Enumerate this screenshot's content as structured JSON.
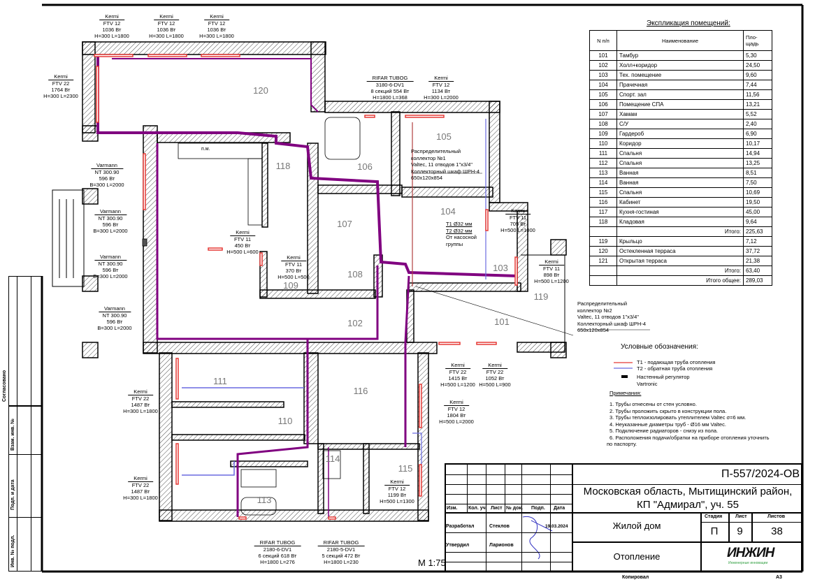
{
  "explication": {
    "title": "Экспликация помещений:",
    "headers": {
      "num": "N п/п",
      "name": "Наименование",
      "area": "Пло-щадь"
    },
    "rows": [
      {
        "num": "101",
        "name": "Тамбур",
        "area": "5,30"
      },
      {
        "num": "102",
        "name": "Холл+коридор",
        "area": "24,50"
      },
      {
        "num": "103",
        "name": "Тех. помещение",
        "area": "9,60"
      },
      {
        "num": "104",
        "name": "Прачечная",
        "area": "7,44"
      },
      {
        "num": "105",
        "name": "Спорт. зал",
        "area": "11,56"
      },
      {
        "num": "106",
        "name": "Помещение СПА",
        "area": "13,21"
      },
      {
        "num": "107",
        "name": "Хамам",
        "area": "5,52"
      },
      {
        "num": "108",
        "name": "С/У",
        "area": "2,40"
      },
      {
        "num": "109",
        "name": "Гардероб",
        "area": "6,90"
      },
      {
        "num": "110",
        "name": "Коридор",
        "area": "10,17"
      },
      {
        "num": "111",
        "name": "Спальня",
        "area": "14,94"
      },
      {
        "num": "112",
        "name": "Спальня",
        "area": "13,25"
      },
      {
        "num": "113",
        "name": "Ванная",
        "area": "8,51"
      },
      {
        "num": "114",
        "name": "Ванная",
        "area": "7,50"
      },
      {
        "num": "115",
        "name": "Спальня",
        "area": "10,69"
      },
      {
        "num": "116",
        "name": "Кабинет",
        "area": "19,50"
      },
      {
        "num": "117",
        "name": "Кухня-гостиная",
        "area": "45,00"
      },
      {
        "num": "118",
        "name": "Кладовая",
        "area": "9,64"
      }
    ],
    "subtotal1": {
      "label": "Итого:",
      "area": "225,63"
    },
    "rows2": [
      {
        "num": "119",
        "name": "Крыльцо",
        "area": "7,12"
      },
      {
        "num": "120",
        "name": "Остекленная терраса",
        "area": "37,72"
      },
      {
        "num": "121",
        "name": "Открытая терраса",
        "area": "21,38"
      }
    ],
    "subtotal2": {
      "label": "Итого:",
      "area": "63,40"
    },
    "total": {
      "label": "Итого общее:",
      "area": "289,03"
    }
  },
  "radiators": [
    {
      "brand": "Kermi",
      "model": "FTV 12",
      "power": "1036 Вт",
      "size": "H=300 L=1800"
    },
    {
      "brand": "Kermi",
      "model": "FTV 12",
      "power": "1036 Вт",
      "size": "H=300 L=1800"
    },
    {
      "brand": "Kermi",
      "model": "FTV 12",
      "power": "1036 Вт",
      "size": "H=300 L=1800"
    },
    {
      "brand": "Kermi",
      "model": "FTV 22",
      "power": "1764 Вт",
      "size": "H=300 L=2300"
    },
    {
      "brand": "RIFAR TUBOG",
      "model": "3180-6-DV1",
      "power": "8 секций 554 Вт",
      "size": "H=1800 L=368"
    },
    {
      "brand": "Kermi",
      "model": "FTV 12",
      "power": "1134 Вт",
      "size": "H=300 L=2000"
    },
    {
      "brand": "Varmann",
      "model": "NT 300.90",
      "power": "596 Вт",
      "size": "B=300 L=2000"
    },
    {
      "brand": "Varmann",
      "model": "NT 300.90",
      "power": "596 Вт",
      "size": "B=300 L=2000"
    },
    {
      "brand": "Varmann",
      "model": "NT 300.90",
      "power": "596 Вт",
      "size": "B=300 L=2000"
    },
    {
      "brand": "Varmann",
      "model": "NT 300.90",
      "power": "596 Вт",
      "size": "B=300 L=2000"
    },
    {
      "brand": "Kermi",
      "model": "FTV 11",
      "power": "450 Вт",
      "size": "H=500 L=600"
    },
    {
      "brand": "Kermi",
      "model": "FTV 11",
      "power": "370 Вт",
      "size": "H=500 L=500"
    },
    {
      "brand": "Kermi",
      "model": "FTV 11",
      "power": "705 Вт",
      "size": "H=500 L=1000"
    },
    {
      "brand": "Kermi",
      "model": "FTV 11",
      "power": "898 Вт",
      "size": "H=500 L=1200"
    },
    {
      "brand": "Kermi",
      "model": "FTV 22",
      "power": "1415 Вт",
      "size": "H=500 L=1200"
    },
    {
      "brand": "Kermi",
      "model": "FTV 22",
      "power": "1052 Вт",
      "size": "H=500 L=900"
    },
    {
      "brand": "Kermi",
      "model": "FTV 12",
      "power": "1804 Вт",
      "size": "H=500 L=2000"
    },
    {
      "brand": "Kermi",
      "model": "FTV 22",
      "power": "1487 Вт",
      "size": "H=300 L=1800"
    },
    {
      "brand": "Kermi",
      "model": "FTV 22",
      "power": "1487 Вт",
      "size": "H=300 L=1800"
    },
    {
      "brand": "RIFAR TUBOG",
      "model": "2180-6-DV1",
      "power": "6 секций 618 Вт",
      "size": "H=1800 L=276"
    },
    {
      "brand": "RIFAR TUBOG",
      "model": "2180-5-DV1",
      "power": "5 секций 472 Вт",
      "size": "H=1800 L=230"
    },
    {
      "brand": "Kermi",
      "model": "FTV 12",
      "power": "1199 Вт",
      "size": "H=500 L=1300"
    }
  ],
  "rooms": [
    "120",
    "118",
    "106",
    "105",
    "104",
    "107",
    "108",
    "109",
    "102",
    "103",
    "119",
    "101",
    "111",
    "116",
    "110",
    "114",
    "115",
    "113"
  ],
  "kitchen_mark": "п.м.",
  "collector1": [
    "Распределительный",
    "коллектор №1",
    "Valtec, 11 отводов 1\"х3/4\"",
    "Коллекторный шкаф ШРН-4",
    "650х120х854"
  ],
  "collector2": [
    "Распределительный",
    "коллектор №2",
    "Valtec, 11 отводов 1\"х3/4\"",
    "Коллекторный шкаф ШРН-4",
    "650х120х854"
  ],
  "pump_note": {
    "t1": "Т1 Ø32 мм",
    "t2": "Т2 Ø32 мм",
    "from1": "От насосной",
    "from2": "группы"
  },
  "legend": {
    "title": "Условные обозначения:",
    "t1": "Т1 - подающая труба отопления",
    "t2": "Т2 - обратная труба отопления",
    "reg1": "Настенный регулятор",
    "reg2": "Vartronic",
    "colors": {
      "supply": "#e53935",
      "return": "#6a6ae0",
      "main": "#800080"
    }
  },
  "notes": {
    "title": "Примечания:",
    "items": [
      "1.    Трубы отнесены от стен условно.",
      "2.    Трубы проложить скрыто в конструкции пола.",
      "3.    Трубы теплоизолировать утеплителем Valtec σ=6 мм.",
      "4.    Неуказанные диаметры труб - Ø16 мм Valtec.",
      "5.    Подключение радиаторов - снизу из пола.",
      "6.    Расположения подачи/обратки на приборе отопления уточнить",
      "по паспорту."
    ]
  },
  "scale": "М 1:75",
  "titleblock": {
    "code": "П-557/2024-ОВ",
    "address1": "Московская область, Мытищинский район,",
    "address2": "КП \"Адмирал\", уч. 55",
    "object": "Жилой дом",
    "section": "Отопление",
    "cols": [
      "Изм.",
      "Кол. уч.",
      "Лист",
      "№ док.",
      "Подп.",
      "Дата"
    ],
    "developed_label": "Разработал",
    "developed_name": "Стеклов",
    "approved_label": "Утвердил",
    "approved_name": "Ларионов",
    "date": "19.03.2024",
    "stage_label": "Стадия",
    "sheet_label": "Лист",
    "sheets_label": "Листов",
    "stage": "П",
    "sheet": "9",
    "sheets": "38",
    "logo": "ИНЖИН",
    "logo_sub": "Инженерные инновации",
    "copied": "Копировал",
    "format": "А3"
  },
  "side_stamp": {
    "agreed": "Согласовано",
    "f1": "Взам. инв. №",
    "f2": "Подп. и дата",
    "f3": "Инв. № подл."
  }
}
